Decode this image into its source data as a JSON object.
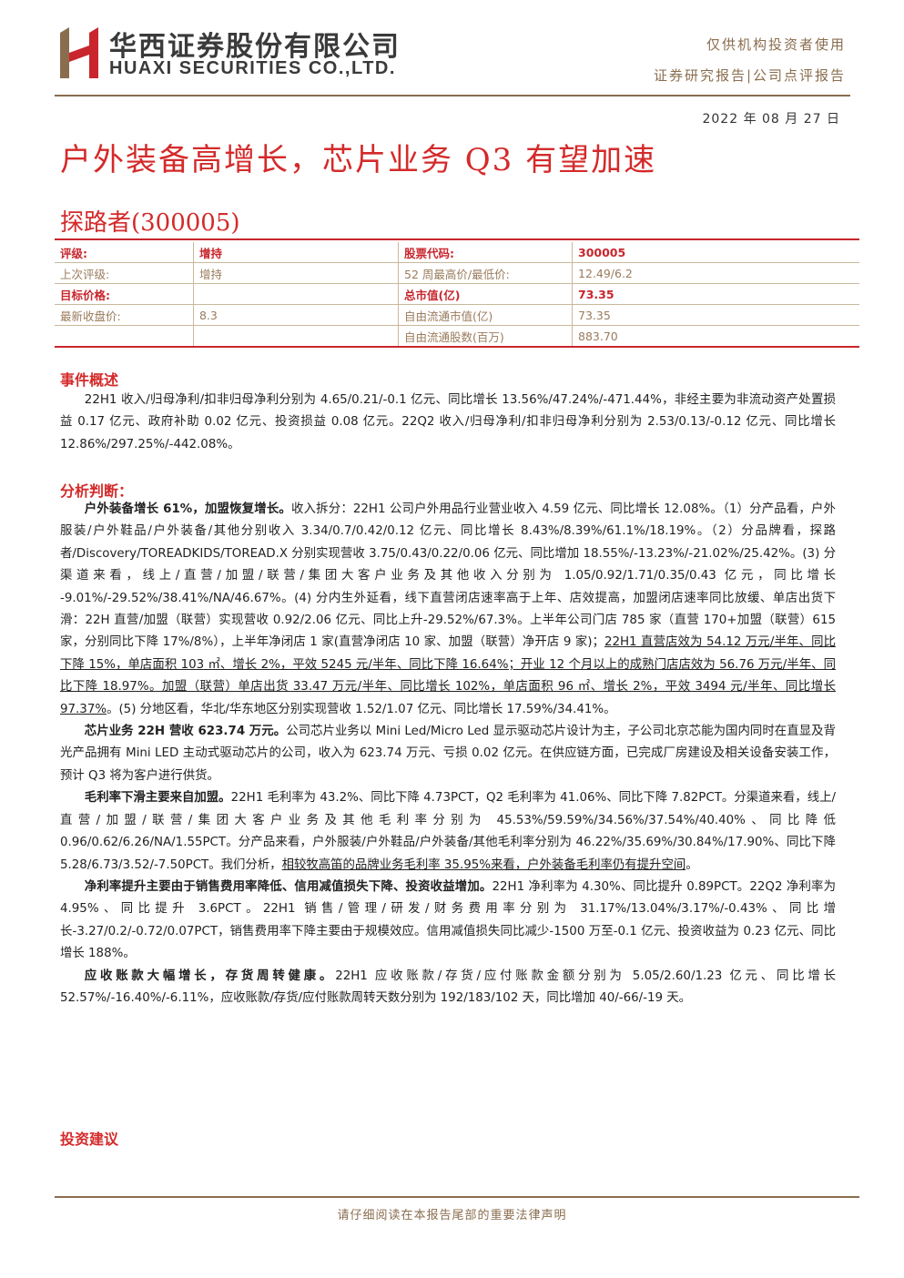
{
  "header": {
    "company_cn": "华西证券股份有限公司",
    "company_en": "HUAXI SECURITIES CO.,LTD.",
    "institutional": "仅供机构投资者使用",
    "report_type": "证券研究报告|公司点评报告",
    "brand_color": "#c8262c",
    "accent_color": "#8a6d4e"
  },
  "date": "2022 年 08 月 27 日",
  "title": "户外装备高增长，芯片业务 Q3 有望加速",
  "stock_name": "探路者(300005)",
  "info_table": [
    [
      "评级:",
      "增持",
      "股票代码:",
      "300005"
    ],
    [
      "上次评级:",
      "增持",
      "52 周最高价/最低价:",
      "12.49/6.2"
    ],
    [
      "目标价格:",
      "",
      "总市值(亿)",
      "73.35"
    ],
    [
      "最新收盘价:",
      "8.3",
      "自由流通市值(亿)",
      "73.35"
    ],
    [
      "",
      "",
      "自由流通股数(百万)",
      "883.70"
    ]
  ],
  "sections": {
    "event": {
      "heading": "事件概述",
      "text": "22H1 收入/归母净利/扣非归母净利分别为 4.65/0.21/-0.1 亿元、同比增长 13.56%/47.24%/-471.44%，非经主要为非流动资产处置损益 0.17 亿元、政府补助 0.02 亿元、投资损益 0.08 亿元。22Q2 收入/归母净利/扣非归母净利分别为 2.53/0.13/-0.12 亿元、同比增长 12.86%/297.25%/-442.08%。"
    },
    "analysis": {
      "heading": "分析判断：",
      "p1_bold": "户外装备增长 61%，加盟恢复增长。",
      "p1_a": "收入拆分：22H1 公司户外用品行业营业收入 4.59 亿元、同比增长 12.08%。（1）分产品看，户外服装/户外鞋品/户外装备/其他分别收入 3.34/0.7/0.42/0.12 亿元、同比增长 8.43%/8.39%/61.1%/18.19%。（2）分品牌看，探路者/Discovery/TOREADKIDS/TOREAD.X 分别实现营收 3.75/0.43/0.22/0.06 亿元、同比增加 18.55%/-13.23%/-21.02%/25.42%。(3) 分渠道来看，线上/直营/加盟/联营/集团大客户业务及其他收入分别为 1.05/0.92/1.71/0.35/0.43 亿元，同比增长 -9.01%/-29.52%/38.41%/NA/46.67%。(4) 分内生外延看，线下直营闭店速率高于上年、店效提高，加盟闭店速率同比放缓、单店出货下滑：22H 直营/加盟（联营）实现营收 0.92/2.06 亿元、同比上升-29.52%/67.3%。上半年公司门店 785 家（直营 170+加盟（联营）615 家，分别同比下降 17%/8%），上半年净闭店 1 家(直营净闭店 10 家、加盟（联营）净开店 9 家)；",
      "p1_ul": "22H1 直营店效为 54.12 万元/半年、同比下降 15%，单店面积 103 ㎡、增长 2%，平效 5245 元/半年、同比下降 16.64%；开业 12 个月以上的成熟门店店效为 56.76 万元/半年、同比下降 18.97%。加盟（联营）单店出货 33.47 万元/半年、同比增长 102%，单店面积 96 ㎡、增长 2%，平效 3494 元/半年、同比增长 97.37%",
      "p1_b": "。(5) 分地区看，华北/华东地区分别实现营收 1.52/1.07 亿元、同比增长 17.59%/34.41%。",
      "p2_bold": "芯片业务 22H 营收 623.74 万元。",
      "p2": "公司芯片业务以 Mini Led/Micro Led 显示驱动芯片设计为主，子公司北京芯能为国内同时在直显及背光产品拥有 Mini LED 主动式驱动芯片的公司，收入为 623.74 万元、亏损 0.02 亿元。在供应链方面，已完成厂房建设及相关设备安装工作，预计 Q3 将为客户进行供货。",
      "p3_bold": "毛利率下滑主要来自加盟。",
      "p3_a": "22H1 毛利率为 43.2%、同比下降 4.73PCT，Q2 毛利率为 41.06%、同比下降 7.82PCT。分渠道来看，线上/直营/加盟/联营/集团大客户业务及其他毛利率分别为 45.53%/59.59%/34.56%/37.54%/40.40%、同比降低 0.96/0.62/6.26/NA/1.55PCT。分产品来看，户外服装/户外鞋品/户外装备/其他毛利率分别为 46.22%/35.69%/30.84%/17.90%、同比下降 5.28/6.73/3.52/-7.50PCT。我们分析，",
      "p3_ul": "相较牧高笛的品牌业务毛利率 35.95%来看，户外装备毛利率仍有提升空间",
      "p3_b": "。",
      "p4_bold": "净利率提升主要由于销售费用率降低、信用减值损失下降、投资收益增加。",
      "p4": "22H1 净利率为 4.30%、同比提升 0.89PCT。22Q2 净利率为 4.95%、同比提升 3.6PCT。22H1 销售/管理/研发/财务费用率分别为 31.17%/13.04%/3.17%/-0.43%、同比增长-3.27/0.2/-0.72/0.07PCT，销售费用率下降主要由于规模效应。信用减值损失同比减少-1500 万至-0.1 亿元、投资收益为 0.23 亿元、同比增长 188%。",
      "p5_bold": "应收账款大幅增长，存货周转健康。",
      "p5": "22H1 应收账款/存货/应付账款金额分别为 5.05/2.60/1.23 亿元、同比增长 52.57%/-16.40%/-6.11%，应收账款/存货/应付账款周转天数分别为 192/183/102 天，同比增加 40/-66/-19 天。"
    },
    "invest": {
      "heading": "投资建议"
    }
  },
  "footer": "请仔细阅读在本报告尾部的重要法律声明"
}
